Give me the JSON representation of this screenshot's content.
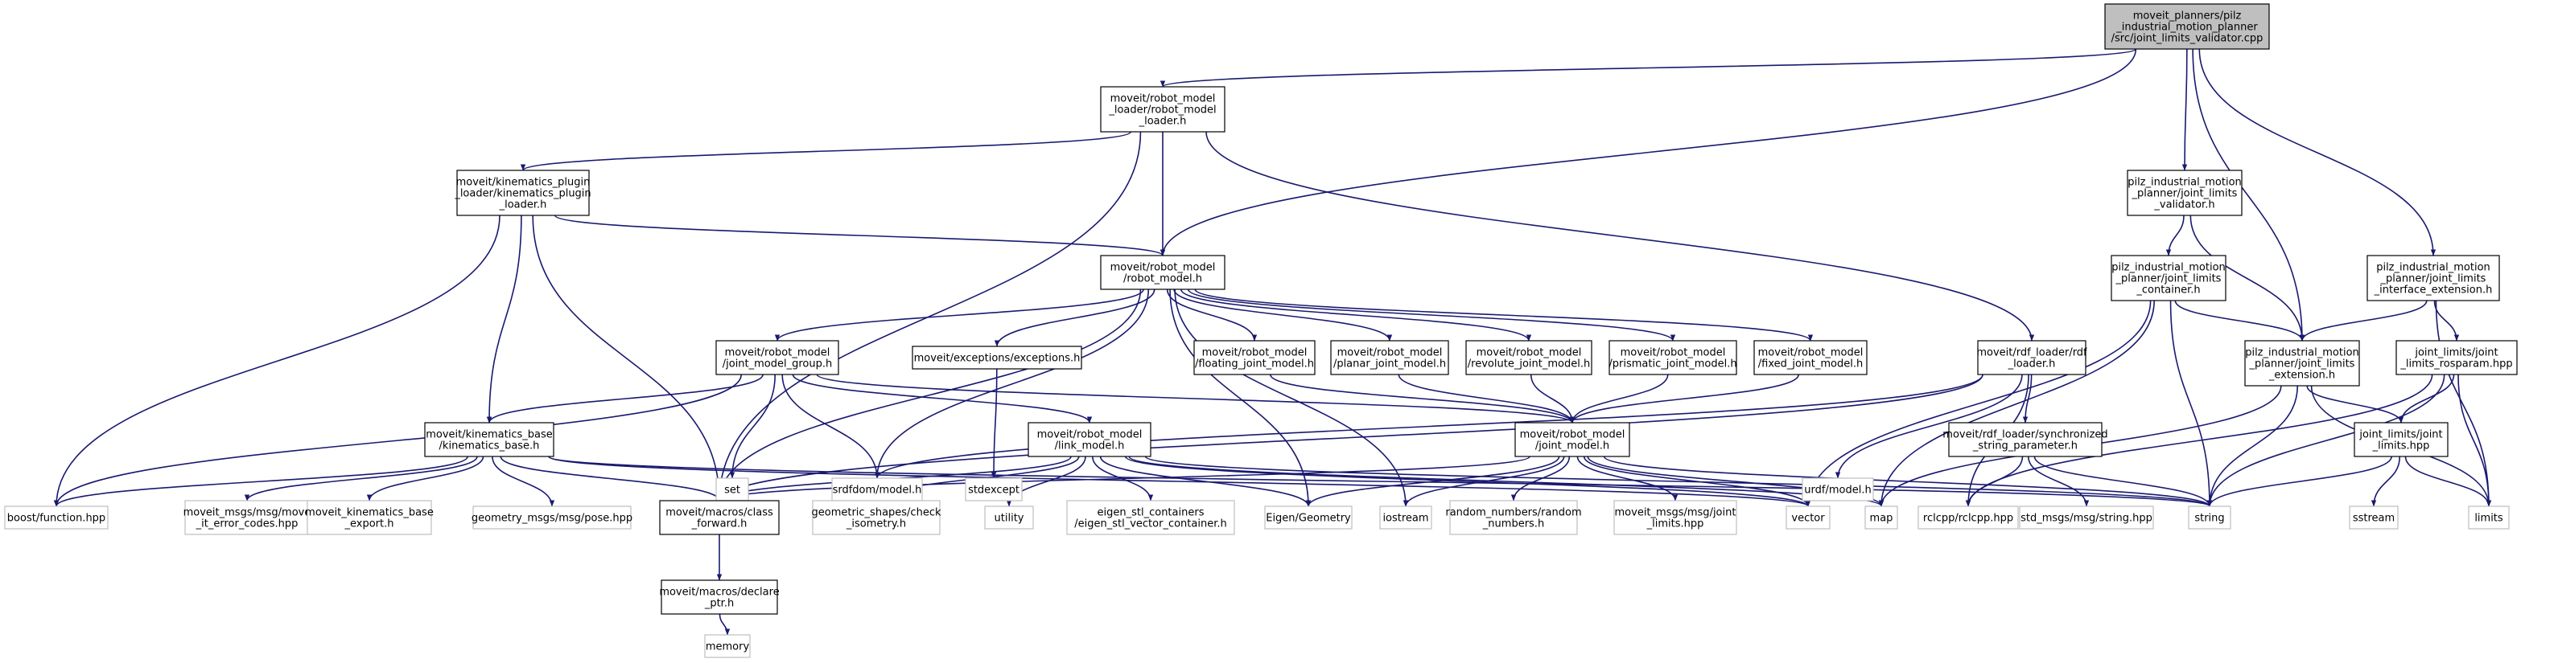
{
  "graph": {
    "nodes": [
      {
        "id": "root",
        "lines": [
          "moveit_planners/pilz",
          "_industrial_motion_planner",
          "/src/joint_limits_validator.cpp"
        ],
        "style": "root"
      },
      {
        "id": "rml",
        "lines": [
          "moveit/robot_model",
          "_loader/robot_model",
          "_loader.h"
        ],
        "style": "black"
      },
      {
        "id": "kpl",
        "lines": [
          "moveit/kinematics_plugin",
          "_loader/kinematics_plugin",
          "_loader.h"
        ],
        "style": "black"
      },
      {
        "id": "rm",
        "lines": [
          "moveit/robot_model",
          "/robot_model.h"
        ],
        "style": "black"
      },
      {
        "id": "pjlv",
        "lines": [
          "pilz_industrial_motion",
          "_planner/joint_limits",
          "_validator.h"
        ],
        "style": "black"
      },
      {
        "id": "pjlc",
        "lines": [
          "pilz_industrial_motion",
          "_planner/joint_limits",
          "_container.h"
        ],
        "style": "black"
      },
      {
        "id": "pjlie",
        "lines": [
          "pilz_industrial_motion",
          "_planner/joint_limits",
          "_interface_extension.h"
        ],
        "style": "black"
      },
      {
        "id": "jmg",
        "lines": [
          "moveit/robot_model",
          "/joint_model_group.h"
        ],
        "style": "black"
      },
      {
        "id": "exc",
        "lines": [
          "moveit/exceptions/exceptions.h"
        ],
        "style": "black"
      },
      {
        "id": "fjm",
        "lines": [
          "moveit/robot_model",
          "/floating_joint_model.h"
        ],
        "style": "black"
      },
      {
        "id": "pljm",
        "lines": [
          "moveit/robot_model",
          "/planar_joint_model.h"
        ],
        "style": "black"
      },
      {
        "id": "rjm",
        "lines": [
          "moveit/robot_model",
          "/revolute_joint_model.h"
        ],
        "style": "black"
      },
      {
        "id": "prjm",
        "lines": [
          "moveit/robot_model",
          "/prismatic_joint_model.h"
        ],
        "style": "black"
      },
      {
        "id": "fxjm",
        "lines": [
          "moveit/robot_model",
          "/fixed_joint_model.h"
        ],
        "style": "black"
      },
      {
        "id": "rdf",
        "lines": [
          "moveit/rdf_loader/rdf",
          "_loader.h"
        ],
        "style": "black"
      },
      {
        "id": "pjle",
        "lines": [
          "pilz_industrial_motion",
          "_planner/joint_limits",
          "_extension.h"
        ],
        "style": "black"
      },
      {
        "id": "jlros",
        "lines": [
          "joint_limits/joint",
          "_limits_rosparam.hpp"
        ],
        "style": "black"
      },
      {
        "id": "kb",
        "lines": [
          "moveit/kinematics_base",
          "/kinematics_base.h"
        ],
        "style": "black"
      },
      {
        "id": "set",
        "lines": [
          "set"
        ],
        "style": "grey"
      },
      {
        "id": "srdf",
        "lines": [
          "srdfdom/model.h"
        ],
        "style": "grey"
      },
      {
        "id": "stdexc",
        "lines": [
          "stdexcept"
        ],
        "style": "grey"
      },
      {
        "id": "lm",
        "lines": [
          "moveit/robot_model",
          "/link_model.h"
        ],
        "style": "black"
      },
      {
        "id": "jm",
        "lines": [
          "moveit/robot_model",
          "/joint_model.h"
        ],
        "style": "black"
      },
      {
        "id": "urdf",
        "lines": [
          "urdf/model.h"
        ],
        "style": "grey"
      },
      {
        "id": "syncp",
        "lines": [
          "moveit/rdf_loader/synchronized",
          "_string_parameter.h"
        ],
        "style": "black"
      },
      {
        "id": "jlh",
        "lines": [
          "joint_limits/joint",
          "_limits.hpp"
        ],
        "style": "black"
      },
      {
        "id": "bf",
        "lines": [
          "boost/function.hpp"
        ],
        "style": "grey"
      },
      {
        "id": "mec",
        "lines": [
          "moveit_msgs/msg/move",
          "_it_error_codes.hpp"
        ],
        "style": "grey"
      },
      {
        "id": "kbe",
        "lines": [
          "moveit_kinematics_base",
          "_export.h"
        ],
        "style": "grey"
      },
      {
        "id": "gpose",
        "lines": [
          "geometry_msgs/msg/pose.hpp"
        ],
        "style": "grey"
      },
      {
        "id": "cf",
        "lines": [
          "moveit/macros/class",
          "_forward.h"
        ],
        "style": "black"
      },
      {
        "id": "gsci",
        "lines": [
          "geometric_shapes/check",
          "_isometry.h"
        ],
        "style": "grey"
      },
      {
        "id": "util",
        "lines": [
          "utility"
        ],
        "style": "grey"
      },
      {
        "id": "esc",
        "lines": [
          "eigen_stl_containers",
          "/eigen_stl_vector_container.h"
        ],
        "style": "grey"
      },
      {
        "id": "eg",
        "lines": [
          "Eigen/Geometry"
        ],
        "style": "grey"
      },
      {
        "id": "ios",
        "lines": [
          "iostream"
        ],
        "style": "grey"
      },
      {
        "id": "rnd",
        "lines": [
          "random_numbers/random",
          "_numbers.h"
        ],
        "style": "grey"
      },
      {
        "id": "mjl",
        "lines": [
          "moveit_msgs/msg/joint",
          "_limits.hpp"
        ],
        "style": "grey"
      },
      {
        "id": "vec",
        "lines": [
          "vector"
        ],
        "style": "grey"
      },
      {
        "id": "map",
        "lines": [
          "map"
        ],
        "style": "grey"
      },
      {
        "id": "rcl",
        "lines": [
          "rclcpp/rclcpp.hpp"
        ],
        "style": "grey"
      },
      {
        "id": "smstr",
        "lines": [
          "std_msgs/msg/string.hpp"
        ],
        "style": "grey"
      },
      {
        "id": "str",
        "lines": [
          "string"
        ],
        "style": "grey"
      },
      {
        "id": "sst",
        "lines": [
          "sstream"
        ],
        "style": "grey"
      },
      {
        "id": "lim",
        "lines": [
          "limits"
        ],
        "style": "grey"
      },
      {
        "id": "dp",
        "lines": [
          "moveit/macros/declare",
          "_ptr.h"
        ],
        "style": "black"
      },
      {
        "id": "mem",
        "lines": [
          "memory"
        ],
        "style": "grey"
      }
    ],
    "edges": [
      [
        "root",
        "rml"
      ],
      [
        "root",
        "rm"
      ],
      [
        "root",
        "pjlv"
      ],
      [
        "root",
        "pjle"
      ],
      [
        "root",
        "pjlie"
      ],
      [
        "rml",
        "kpl"
      ],
      [
        "rml",
        "rm"
      ],
      [
        "rml",
        "rdf"
      ],
      [
        "rml",
        "cf"
      ],
      [
        "kpl",
        "rm"
      ],
      [
        "kpl",
        "kb"
      ],
      [
        "kpl",
        "bf"
      ],
      [
        "kpl",
        "cf"
      ],
      [
        "rm",
        "jmg"
      ],
      [
        "rm",
        "exc"
      ],
      [
        "rm",
        "fjm"
      ],
      [
        "rm",
        "pljm"
      ],
      [
        "rm",
        "rjm"
      ],
      [
        "rm",
        "prjm"
      ],
      [
        "rm",
        "fxjm"
      ],
      [
        "rm",
        "srdf"
      ],
      [
        "rm",
        "cf"
      ],
      [
        "rm",
        "eg"
      ],
      [
        "rm",
        "ios"
      ],
      [
        "pjlv",
        "pjlc"
      ],
      [
        "pjlv",
        "pjle"
      ],
      [
        "pjlc",
        "pjle"
      ],
      [
        "pjlc",
        "str"
      ],
      [
        "pjlc",
        "map"
      ],
      [
        "pjlc",
        "vec"
      ],
      [
        "pjlie",
        "pjle"
      ],
      [
        "pjlie",
        "jlros"
      ],
      [
        "pjlie",
        "lim"
      ],
      [
        "jmg",
        "kb"
      ],
      [
        "jmg",
        "set"
      ],
      [
        "jmg",
        "srdf"
      ],
      [
        "jmg",
        "lm"
      ],
      [
        "jmg",
        "jm"
      ],
      [
        "jmg",
        "bf"
      ],
      [
        "exc",
        "stdexc"
      ],
      [
        "fjm",
        "jm"
      ],
      [
        "pljm",
        "jm"
      ],
      [
        "rjm",
        "jm"
      ],
      [
        "prjm",
        "jm"
      ],
      [
        "fxjm",
        "jm"
      ],
      [
        "rdf",
        "srdf"
      ],
      [
        "rdf",
        "urdf"
      ],
      [
        "rdf",
        "syncp"
      ],
      [
        "rdf",
        "cf"
      ],
      [
        "rdf",
        "rcl"
      ],
      [
        "pjle",
        "jlh"
      ],
      [
        "pjle",
        "str"
      ],
      [
        "pjle",
        "lim"
      ],
      [
        "pjle",
        "map"
      ],
      [
        "jlros",
        "jlh"
      ],
      [
        "jlros",
        "str"
      ],
      [
        "jlros",
        "lim"
      ],
      [
        "jlros",
        "rcl"
      ],
      [
        "kb",
        "bf"
      ],
      [
        "kb",
        "mec"
      ],
      [
        "kb",
        "kbe"
      ],
      [
        "kb",
        "gpose"
      ],
      [
        "kb",
        "cf"
      ],
      [
        "kb",
        "str"
      ],
      [
        "kb",
        "vec"
      ],
      [
        "lm",
        "cf"
      ],
      [
        "lm",
        "gsci"
      ],
      [
        "lm",
        "util"
      ],
      [
        "lm",
        "esc"
      ],
      [
        "lm",
        "eg"
      ],
      [
        "lm",
        "map"
      ],
      [
        "lm",
        "vec"
      ],
      [
        "lm",
        "str"
      ],
      [
        "jm",
        "cf"
      ],
      [
        "jm",
        "eg"
      ],
      [
        "jm",
        "ios"
      ],
      [
        "jm",
        "rnd"
      ],
      [
        "jm",
        "mjl"
      ],
      [
        "jm",
        "vec"
      ],
      [
        "jm",
        "map"
      ],
      [
        "jm",
        "str"
      ],
      [
        "syncp",
        "rcl"
      ],
      [
        "syncp",
        "smstr"
      ],
      [
        "syncp",
        "str"
      ],
      [
        "jlh",
        "sst"
      ],
      [
        "jlh",
        "lim"
      ],
      [
        "jlh",
        "str"
      ],
      [
        "cf",
        "dp"
      ],
      [
        "dp",
        "mem"
      ]
    ]
  },
  "colors": {
    "edge": "#191970",
    "root_fill": "#bfbfbf",
    "node_border": "#000000",
    "external_border": "#bfbfbf",
    "background": "#ffffff"
  }
}
